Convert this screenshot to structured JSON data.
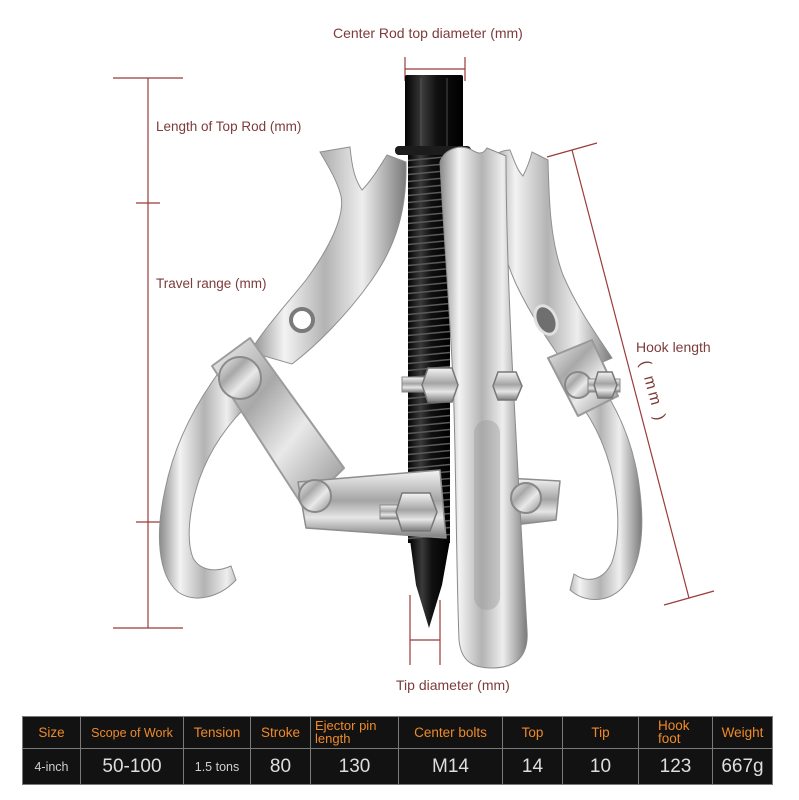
{
  "annotations": {
    "center_rod_top_diameter": "Center Rod top diameter (mm)",
    "length_of_top_rod": "Length of Top Rod (mm)",
    "travel_range": "Travel range (mm)",
    "hook_length": "Hook length",
    "hook_length_unit": "( mm )",
    "tip_diameter": "Tip diameter (mm)"
  },
  "colors": {
    "dimension_line": "#9b3b3b",
    "label_text": "#7d3b3b",
    "table_background": "#121212",
    "table_header_text": "#ee8a2a",
    "table_value_text": "#dedede",
    "table_grid": "#7a7a7a"
  },
  "table": {
    "headers": [
      "Size",
      "Scope of Work",
      "Tension",
      "Stroke",
      "Ejector pin length",
      "Center bolts",
      "Top",
      "Tip",
      "Hook foot",
      "Weight"
    ],
    "values": [
      "4-inch",
      "50-100",
      "1.5 tons",
      "80",
      "130",
      "M14",
      "14",
      "10",
      "123",
      "667g"
    ]
  }
}
